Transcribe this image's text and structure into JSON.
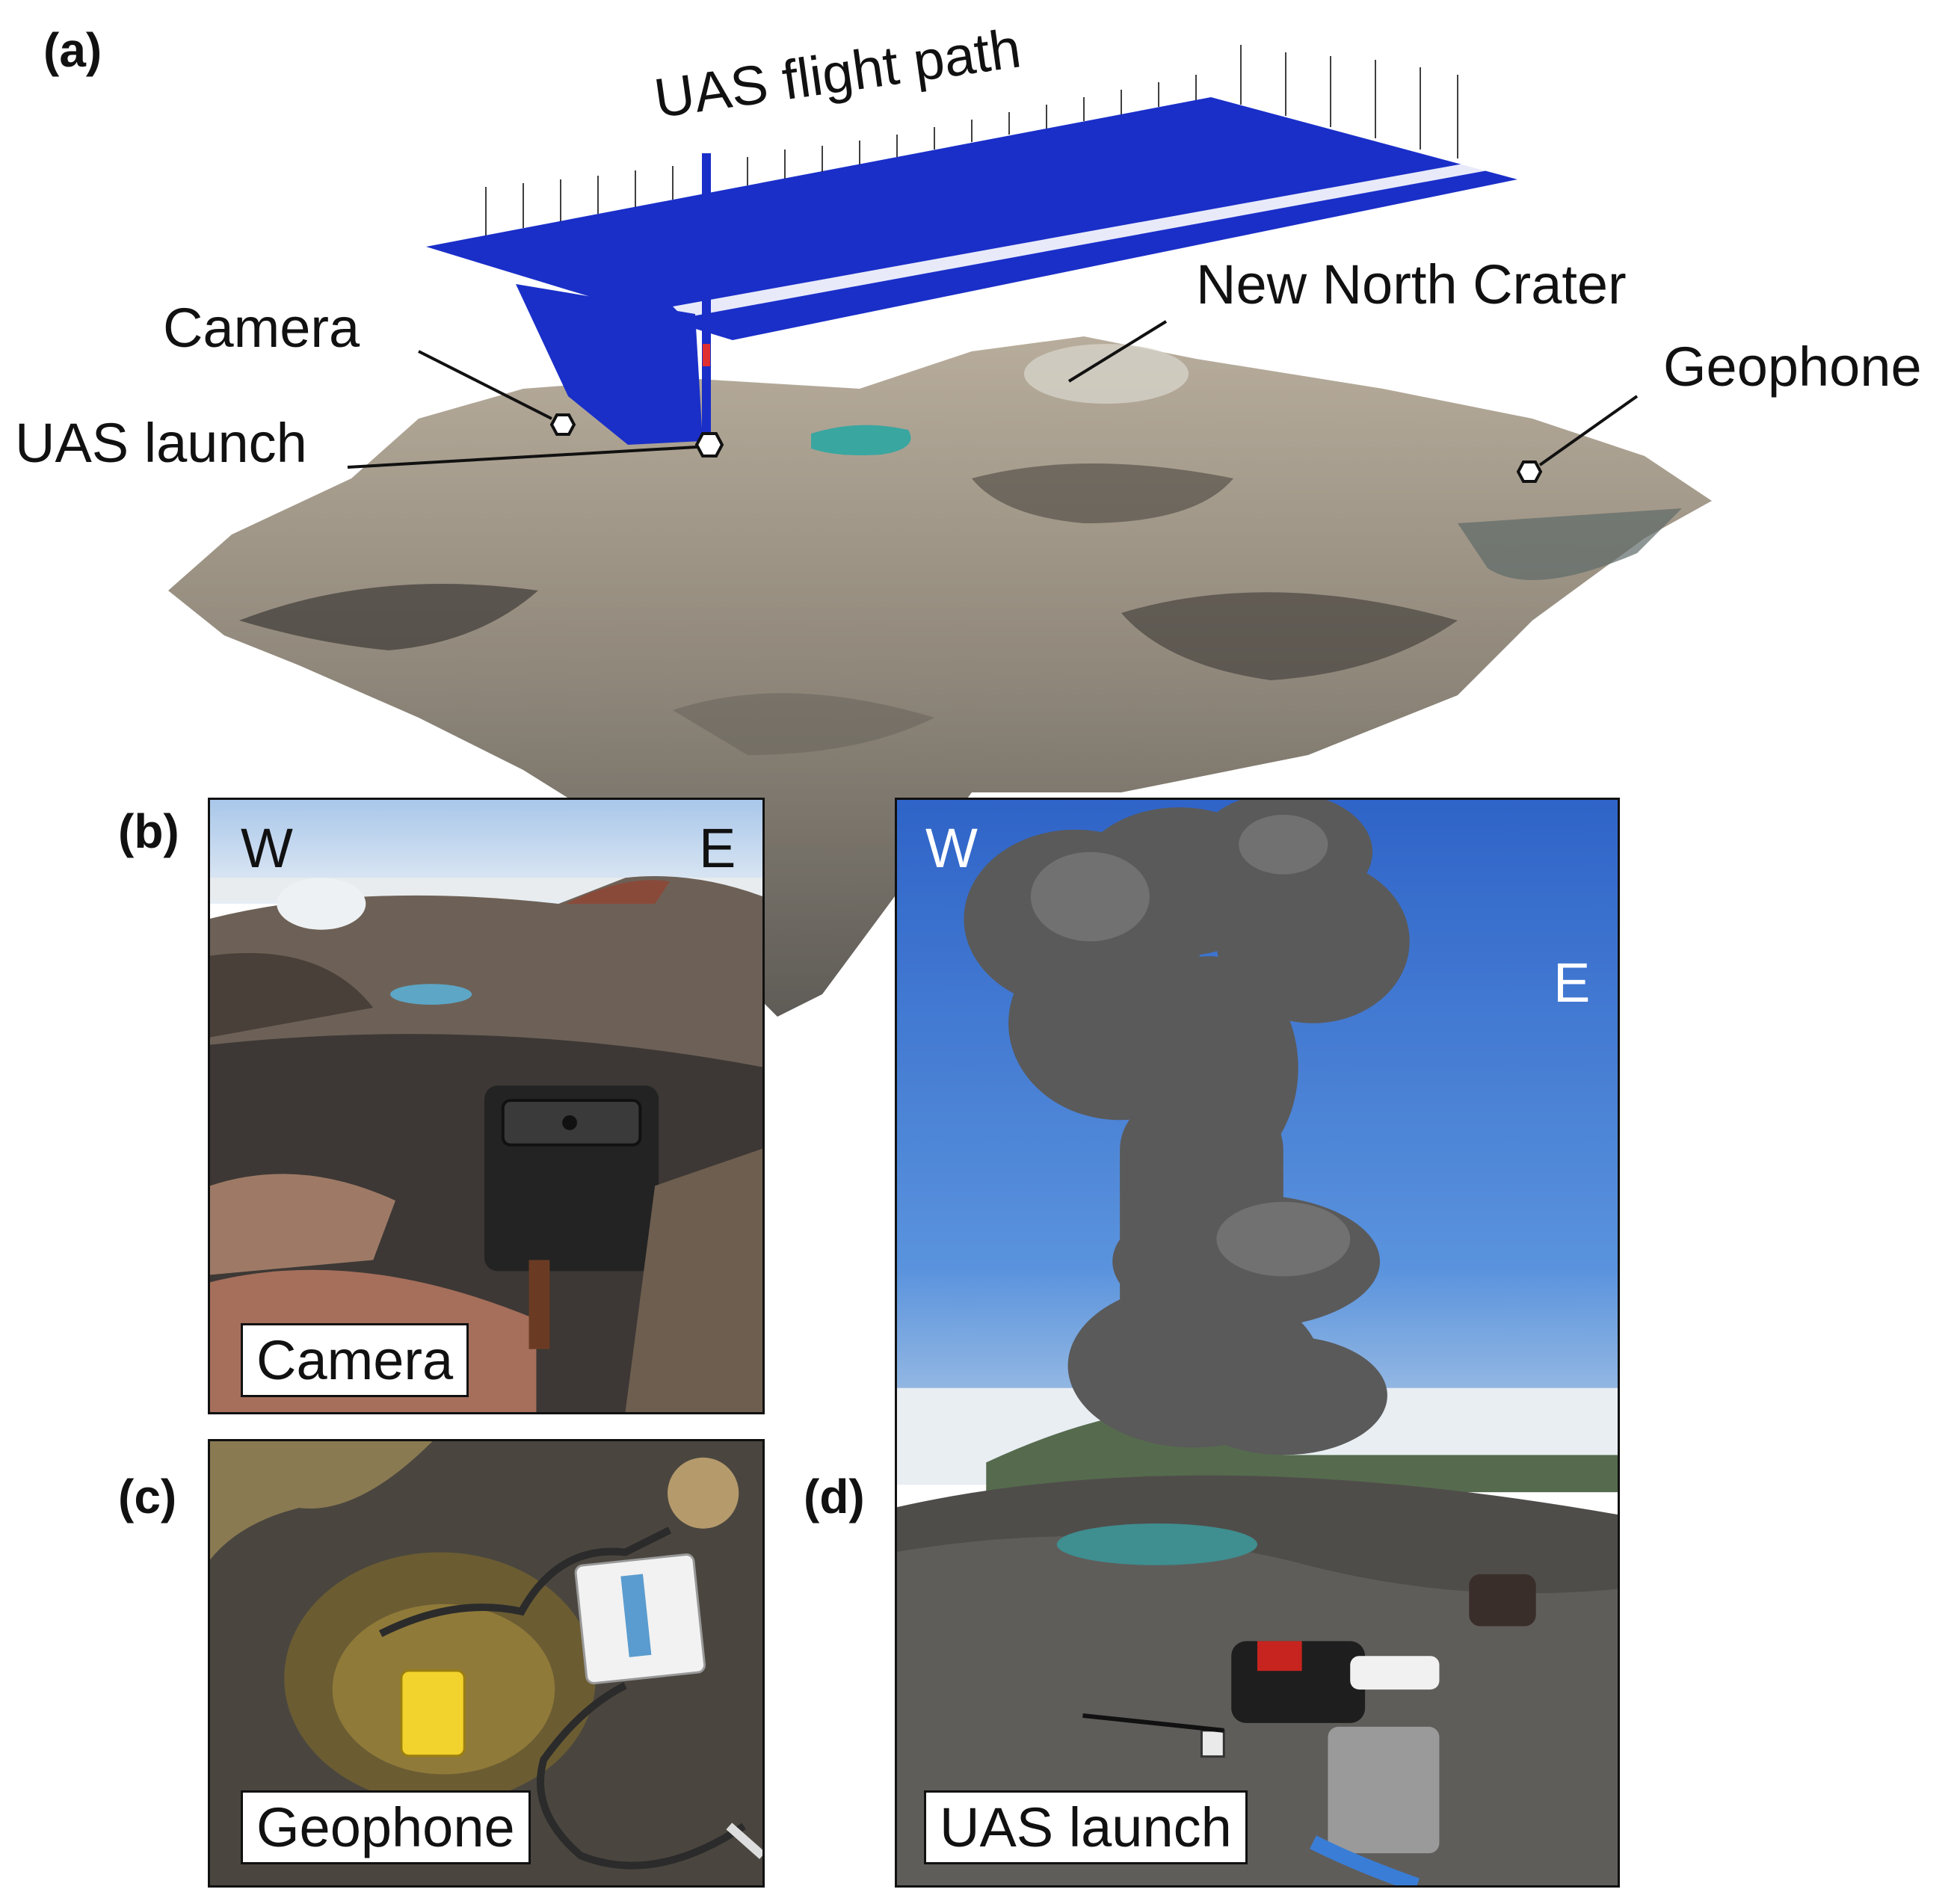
{
  "panels": {
    "a": {
      "letter": "(a)",
      "labels": {
        "flight_path": "UAS flight path",
        "crater": "New North Crater",
        "camera": "Camera",
        "geophone": "Geophone",
        "launch": "UAS launch"
      }
    },
    "b": {
      "letter": "(b)",
      "west": "W",
      "east": "E",
      "caption": "Camera"
    },
    "c": {
      "letter": "(c)",
      "caption": "Geophone"
    },
    "d": {
      "letter": "(d)",
      "west": "W",
      "east": "E",
      "caption": "UAS launch"
    }
  },
  "colors": {
    "flight_path": "#1a2fc8",
    "sky": "#3a6fd0",
    "lake": "#3aa6a0",
    "plume": "#5a5a5a"
  }
}
